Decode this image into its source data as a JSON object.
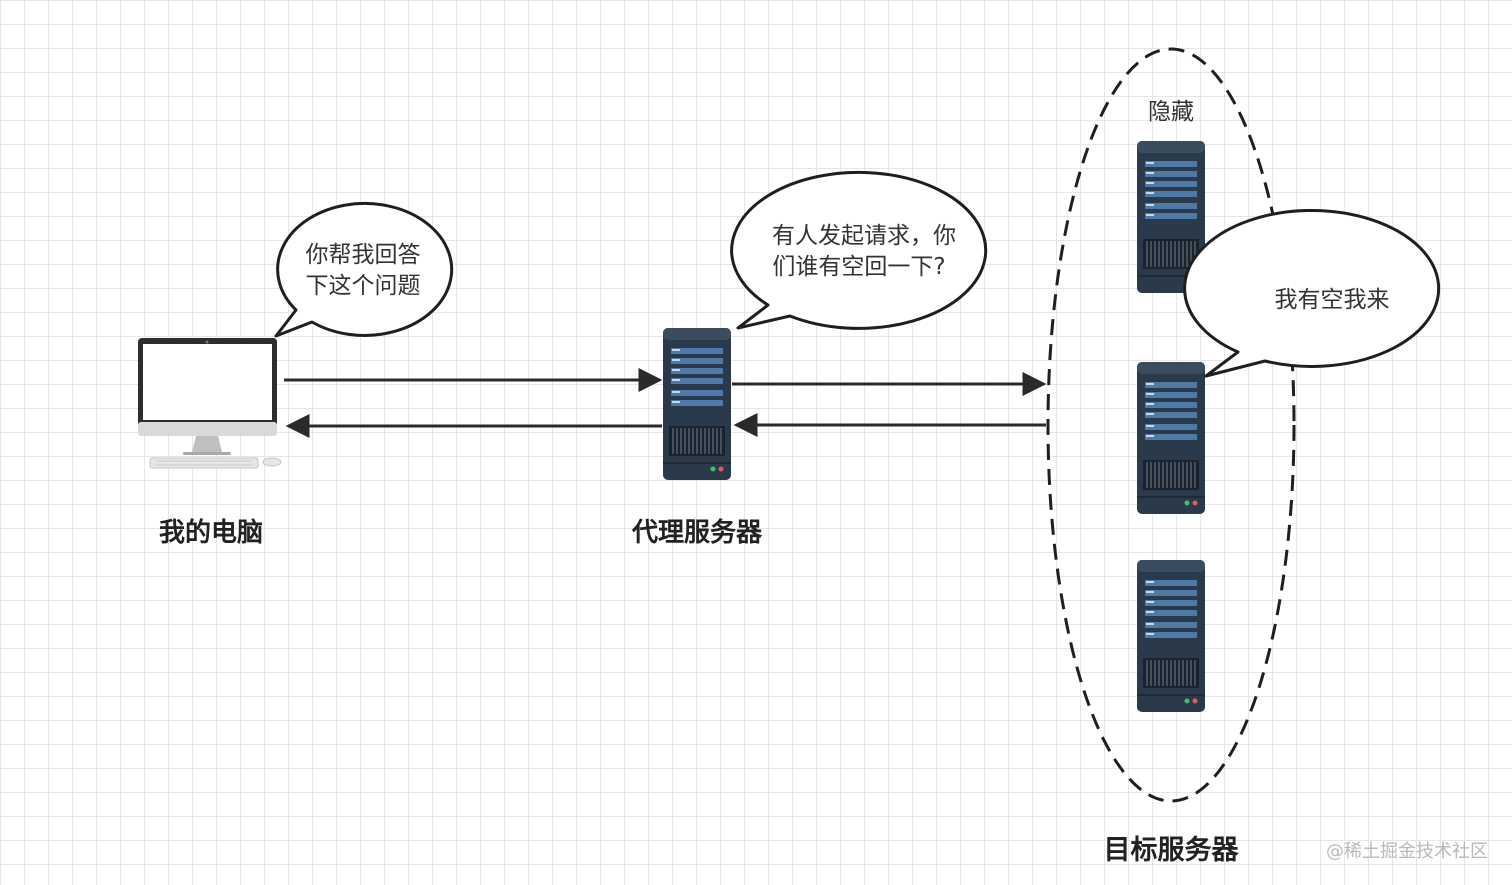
{
  "nodes": {
    "my_computer": "我的电脑",
    "proxy_server": "代理服务器",
    "target_servers": "目标服务器",
    "hidden": "隐藏"
  },
  "bubbles": {
    "computer": [
      "你帮我回答",
      "下这个问题"
    ],
    "proxy": [
      "有人发起请求，你",
      "们谁有空回一下?"
    ],
    "target": "我有空我来"
  },
  "watermark": "@稀土掘金技术社区",
  "icons": [
    "desktop-computer-icon",
    "server-icon"
  ],
  "colors": {
    "server_body": "#2b3a4a",
    "server_slot": "#4f79a6",
    "line": "#2a2a2a"
  }
}
